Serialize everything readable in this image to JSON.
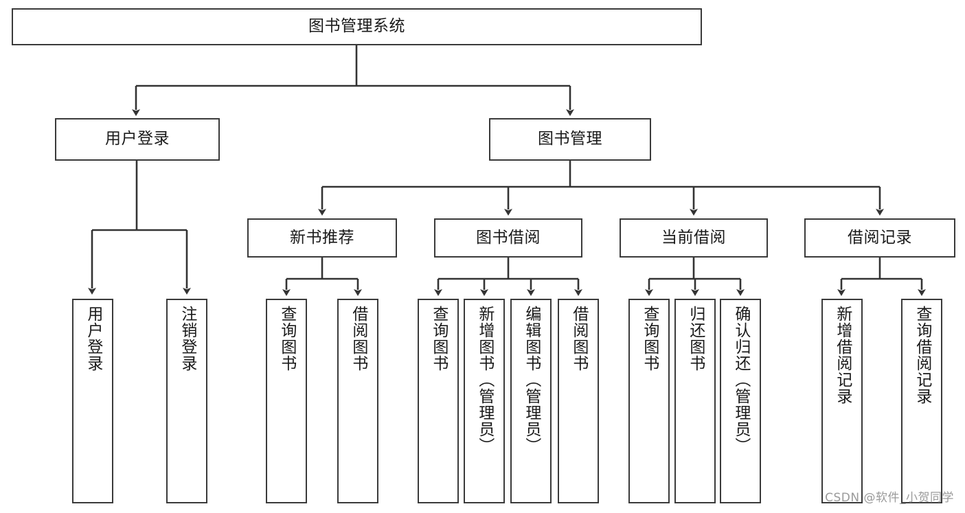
{
  "diagram": {
    "type": "tree",
    "title": "图书管理系统",
    "root": {
      "id": "root",
      "label": "图书管理系统"
    },
    "level2": [
      {
        "id": "user-login",
        "label": "用户登录"
      },
      {
        "id": "book-manage",
        "label": "图书管理"
      }
    ],
    "level3": [
      {
        "id": "new-book-rec",
        "label": "新书推荐",
        "parent": "book-manage"
      },
      {
        "id": "book-borrow",
        "label": "图书借阅",
        "parent": "book-manage"
      },
      {
        "id": "current-borrow",
        "label": "当前借阅",
        "parent": "book-manage"
      },
      {
        "id": "borrow-record",
        "label": "借阅记录",
        "parent": "book-manage"
      }
    ],
    "leaves": {
      "user_login": [
        {
          "id": "leaf-user-login",
          "label": "用户登录"
        },
        {
          "id": "leaf-logout-login",
          "label": "注销登录"
        }
      ],
      "new_book_rec": [
        {
          "id": "leaf-query-book-1",
          "label": "查询图书"
        },
        {
          "id": "leaf-borrow-book-1",
          "label": "借阅图书"
        }
      ],
      "book_borrow": [
        {
          "id": "leaf-query-book-2",
          "label": "查询图书"
        },
        {
          "id": "leaf-add-book-admin",
          "label": "新增图书（管理员）"
        },
        {
          "id": "leaf-edit-book-admin",
          "label": "编辑图书（管理员）"
        },
        {
          "id": "leaf-borrow-book-2",
          "label": "借阅图书"
        }
      ],
      "current_borrow": [
        {
          "id": "leaf-query-book-3",
          "label": "查询图书"
        },
        {
          "id": "leaf-return-book",
          "label": "归还图书"
        },
        {
          "id": "leaf-confirm-return-admin",
          "label": "确认归还（管理员）"
        }
      ],
      "borrow_record": [
        {
          "id": "leaf-add-borrow-record",
          "label": "新增借阅记录"
        },
        {
          "id": "leaf-query-borrow-record",
          "label": "查询借阅记录"
        }
      ]
    },
    "colors": {
      "box_border": "#3a3a3a",
      "box_fill": "#ffffff",
      "edge": "#333333",
      "text": "#1a1a1a",
      "watermark": "#9a9a9a",
      "background": "#ffffff"
    }
  },
  "watermark": {
    "text": "CSDN @软件_小贺同学"
  }
}
